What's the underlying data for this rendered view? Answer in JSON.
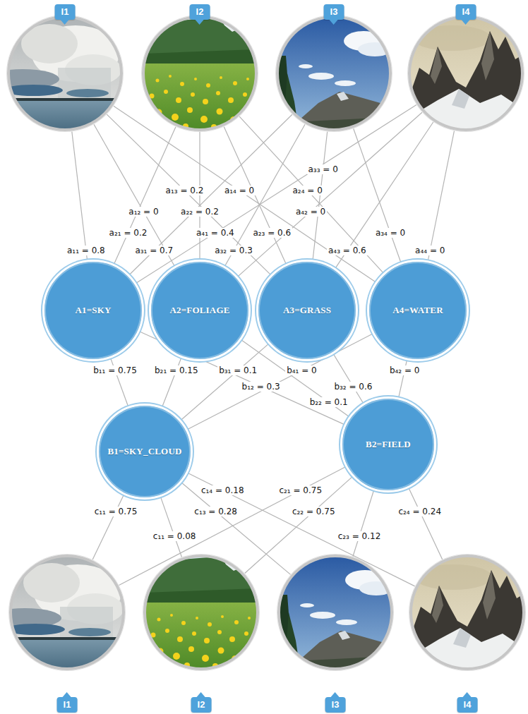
{
  "diagram": {
    "nodes": [
      {
        "text": [
          "I1"
        ]
      },
      {
        "text": [
          "I2"
        ]
      },
      {
        "text": [
          "I3"
        ]
      },
      {
        "text": [
          "I4"
        ]
      },
      {
        "text": [
          "A1=SKY"
        ]
      },
      {
        "text": [
          "A2=FOLIAGE"
        ]
      },
      {
        "text": [
          "A3=GRASS"
        ]
      },
      {
        "text": [
          "A4=WATER"
        ]
      },
      {
        "text": [
          "B1=SKY_CLOUD"
        ]
      },
      {
        "text": [
          "B2=FIELD"
        ]
      },
      {
        "text": [
          "I1"
        ]
      },
      {
        "text": [
          "I2"
        ]
      },
      {
        "text": [
          "I3"
        ]
      },
      {
        "text": [
          "I4"
        ]
      }
    ],
    "edges": [
      {
        "from": 0,
        "to": 4,
        "arrow": "none",
        "label": "a₁₁ = 0.8"
      },
      {
        "from": 0,
        "to": 5,
        "arrow": "none",
        "label": "a₁₂ = 0"
      },
      {
        "from": 0,
        "to": 6,
        "arrow": "none",
        "label": "a₁₃ = 0.2"
      },
      {
        "from": 0,
        "to": 7,
        "arrow": "none",
        "label": "a₁₄ = 0"
      },
      {
        "from": 1,
        "to": 4,
        "arrow": "none",
        "label": "a₂₁ = 0.2"
      },
      {
        "from": 1,
        "to": 5,
        "arrow": "none",
        "label": "a₂₂ = 0.2"
      },
      {
        "from": 1,
        "to": 6,
        "arrow": "none",
        "label": "a₂₃ = 0.6"
      },
      {
        "from": 1,
        "to": 7,
        "arrow": "none",
        "label": "a₂₄ = 0"
      },
      {
        "from": 2,
        "to": 4,
        "arrow": "none",
        "label": "a₃₁ = 0.7"
      },
      {
        "from": 2,
        "to": 5,
        "arrow": "none",
        "label": "a₃₂ = 0.3"
      },
      {
        "from": 2,
        "to": 6,
        "arrow": "none",
        "label": "a₃₃ = 0"
      },
      {
        "from": 2,
        "to": 7,
        "arrow": "none",
        "label": "a₃₄ = 0"
      },
      {
        "from": 3,
        "to": 4,
        "arrow": "none",
        "label": "a₄₁ = 0.4"
      },
      {
        "from": 3,
        "to": 5,
        "arrow": "none",
        "label": "a₄₂ = 0"
      },
      {
        "from": 3,
        "to": 6,
        "arrow": "none",
        "label": "a₄₃ = 0.6"
      },
      {
        "from": 3,
        "to": 7,
        "arrow": "none",
        "label": "a₄₄ = 0"
      },
      {
        "from": 4,
        "to": 8,
        "arrow": "none",
        "label": "b₁₁ = 0.75"
      },
      {
        "from": 5,
        "to": 8,
        "arrow": "none",
        "label": "b₂₁ = 0.15"
      },
      {
        "from": 6,
        "to": 8,
        "arrow": "none",
        "label": "b₃₁ = 0.1"
      },
      {
        "from": 7,
        "to": 8,
        "arrow": "none",
        "label": "b₄₁ = 0"
      },
      {
        "from": 4,
        "to": 9,
        "arrow": "none",
        "label": "b₁₂ = 0.3"
      },
      {
        "from": 5,
        "to": 9,
        "arrow": "none",
        "label": "b₂₂ = 0.1"
      },
      {
        "from": 6,
        "to": 9,
        "arrow": "none",
        "label": "b₃₂ = 0.6"
      },
      {
        "from": 7,
        "to": 9,
        "arrow": "none",
        "label": "b₄₂ = 0"
      },
      {
        "from": 8,
        "to": 10,
        "arrow": "none",
        "label": "c₁₁ = 0.75"
      },
      {
        "from": 8,
        "to": 11,
        "arrow": "none",
        "label": "c₁₁ = 0.08"
      },
      {
        "from": 8,
        "to": 12,
        "arrow": "none",
        "label": "c₁₃ = 0.28"
      },
      {
        "from": 8,
        "to": 13,
        "arrow": "none",
        "label": "c₁₄ = 0.18"
      },
      {
        "from": 9,
        "to": 10,
        "arrow": "none",
        "label": "c₂₁ = 0.75"
      },
      {
        "from": 9,
        "to": 11,
        "arrow": "none",
        "label": "c₂₂ = 0.75"
      },
      {
        "from": 9,
        "to": 12,
        "arrow": "none",
        "label": "c₂₃ = 0.12"
      },
      {
        "from": 9,
        "to": 13,
        "arrow": "none",
        "label": "c₂₄ = 0.24"
      }
    ]
  }
}
